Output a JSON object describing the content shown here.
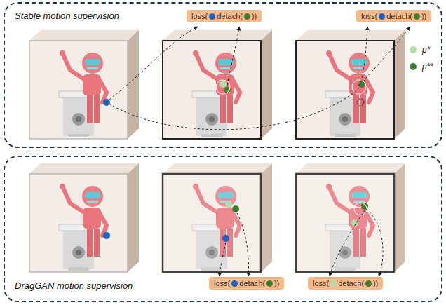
{
  "diagram": {
    "nodes": [
      {
        "text": [
          "Stable motion supervision"
        ]
      },
      {
        "text": [
          "loss(",
          "detach(",
          "))"
        ],
        "in": 0
      },
      {
        "text": [
          "loss(",
          "detach(",
          "))"
        ],
        "in": 0
      },
      {
        "text": [
          "DragGAN motion supervision"
        ]
      },
      {
        "text": [
          "loss(",
          "detach(",
          "))"
        ],
        "in": 3
      },
      {
        "text": [
          "loss(",
          "detach(",
          "))"
        ],
        "in": 3
      }
    ],
    "legend": [
      {
        "text": "p*",
        "color": "#b5dba8"
      },
      {
        "text": "p**",
        "color": "#3f7f2f"
      }
    ]
  }
}
